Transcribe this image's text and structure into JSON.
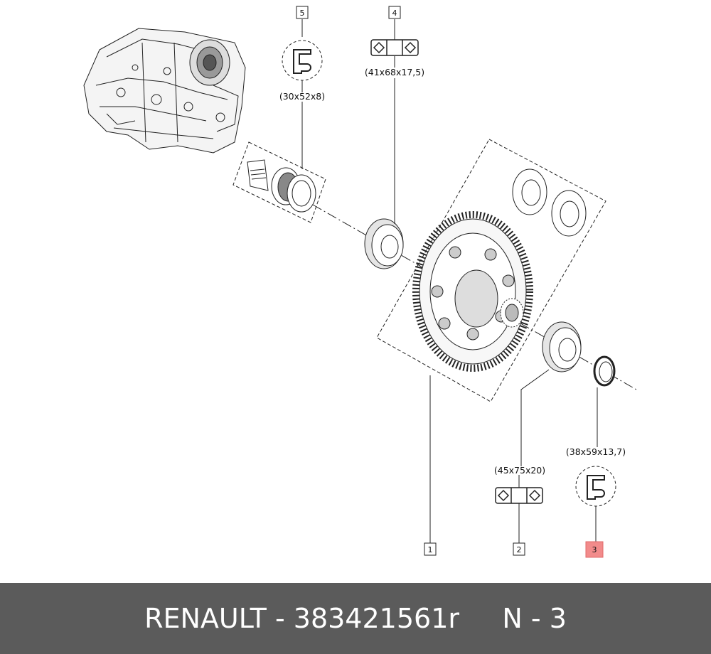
{
  "callouts": [
    {
      "number": "1"
    },
    {
      "number": "2",
      "dimension": "(45x75x20)"
    },
    {
      "number": "3",
      "dimension": "(38x59x13,7)"
    },
    {
      "number": "4",
      "dimension": "(41x68x17,5)"
    },
    {
      "number": "5",
      "dimension": "(30x52x8)"
    }
  ],
  "highlight_color": "#f28b8b",
  "footer": {
    "brand": "RENAULT",
    "separator": " - ",
    "part_number": "383421561r",
    "gap": "     ",
    "ref_label": "N - 3"
  }
}
